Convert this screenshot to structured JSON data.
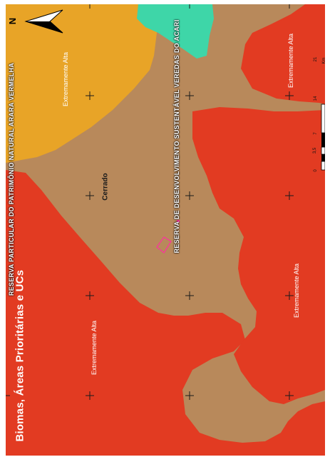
{
  "map": {
    "title": "Biomas, Áreas Prioritárias e UCs",
    "colors": {
      "cerrado": "#b8895b",
      "extremamente_alta": "#e23b22",
      "orange_area": "#e8a427",
      "teal_area": "#3ed6a8",
      "boundary": "#ff2fa0"
    },
    "labels": {
      "cerrado": "Cerrado",
      "ext_alta_1": "Extremamente Alta",
      "ext_alta_2": "Extremamente Alta",
      "ext_alta_3": "Extremamente Alta",
      "ext_alta_4": "Extremamente Alta",
      "rppn": "RESERVA PARTICULAR DO PATRIMÔNIO NATURAL ARARA VERMELHA",
      "rds": "RESERVA DE DESENVOLVIMENTO SUSTENTÁVEL VEREDAS DO ACARI"
    },
    "north_arrow": {
      "letter": "N"
    },
    "scale_bar": {
      "unit": "Km",
      "ticks": [
        "0",
        "3,5",
        "7",
        "14",
        "21"
      ]
    }
  }
}
